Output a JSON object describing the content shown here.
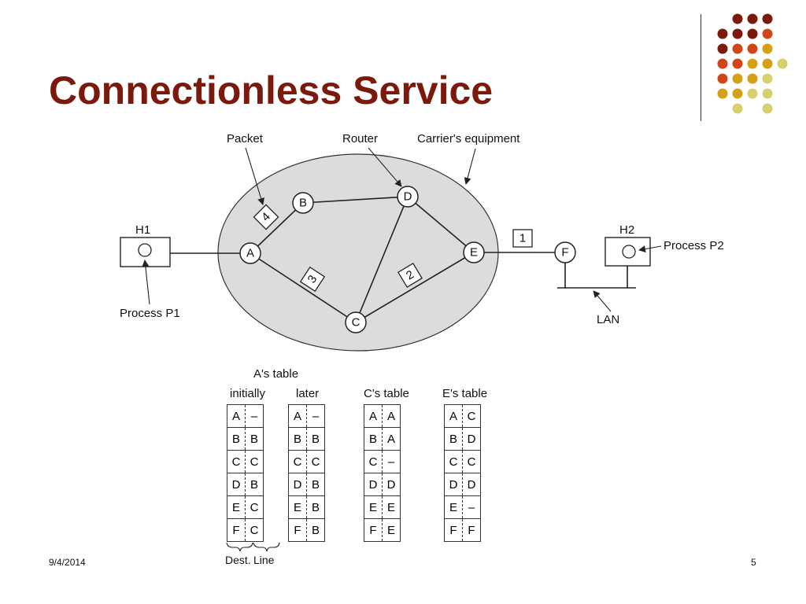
{
  "slide": {
    "title": "Connectionless Service",
    "date": "9/4/2014",
    "page_number": "5"
  },
  "theme": {
    "title_color": "#7b1a0c",
    "dot_colors": [
      "#7b1a0c",
      "#d2451a",
      "#d4a017",
      "#d6d06e"
    ]
  },
  "diagram": {
    "labels": {
      "packet": "Packet",
      "router": "Router",
      "carrier": "Carrier's equipment",
      "h1": "H1",
      "h2": "H2",
      "process_p1": "Process P1",
      "process_p2": "Process P2",
      "lan": "LAN"
    },
    "routers": [
      "A",
      "B",
      "C",
      "D",
      "E",
      "F"
    ],
    "packets": [
      "4",
      "3",
      "2",
      "1"
    ]
  },
  "tables": {
    "a_title": "A's table",
    "a_initial": {
      "heading": "initially",
      "rows": [
        [
          "A",
          "–"
        ],
        [
          "B",
          "B"
        ],
        [
          "C",
          "C"
        ],
        [
          "D",
          "B"
        ],
        [
          "E",
          "C"
        ],
        [
          "F",
          "C"
        ]
      ]
    },
    "a_later": {
      "heading": "later",
      "rows": [
        [
          "A",
          "–"
        ],
        [
          "B",
          "B"
        ],
        [
          "C",
          "C"
        ],
        [
          "D",
          "B"
        ],
        [
          "E",
          "B"
        ],
        [
          "F",
          "B"
        ]
      ]
    },
    "c_table": {
      "heading": "C's table",
      "rows": [
        [
          "A",
          "A"
        ],
        [
          "B",
          "A"
        ],
        [
          "C",
          "–"
        ],
        [
          "D",
          "D"
        ],
        [
          "E",
          "E"
        ],
        [
          "F",
          "E"
        ]
      ]
    },
    "e_table": {
      "heading": "E's table",
      "rows": [
        [
          "A",
          "C"
        ],
        [
          "B",
          "D"
        ],
        [
          "C",
          "C"
        ],
        [
          "D",
          "D"
        ],
        [
          "E",
          "–"
        ],
        [
          "F",
          "F"
        ]
      ]
    },
    "legend": {
      "dest": "Dest.",
      "line": "Line"
    }
  }
}
